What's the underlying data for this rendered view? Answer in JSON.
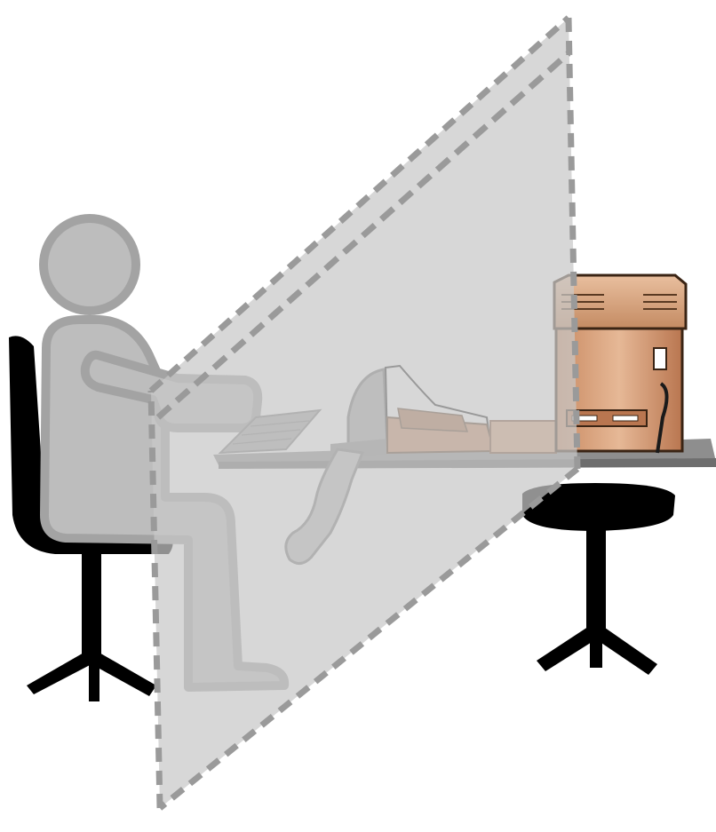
{
  "scene": {
    "description_visible_text": [],
    "elements": {
      "person": "person-silhouette",
      "operator_chair": "office-chair",
      "divider": "translucent-partition-wall",
      "keyboard": "keyboard-icon",
      "teleprinter": "teletype-printer",
      "paper_tape": "paper-printout",
      "computer": "computer-tower",
      "stool": "stool",
      "desk": "desk-surface"
    }
  },
  "colors": {
    "background": "#ffffff",
    "person_fill": "#bdbdbd",
    "person_stroke": "#9a9a9a",
    "chair": "#000000",
    "partition_fill": "#c8c8c8",
    "partition_dash": "#9a9a9a",
    "desk": "#8e8e8e",
    "computer_body": "#d7a07a",
    "computer_shadow": "#a86c45",
    "stool": "#000000",
    "paper": "#ffffff"
  }
}
